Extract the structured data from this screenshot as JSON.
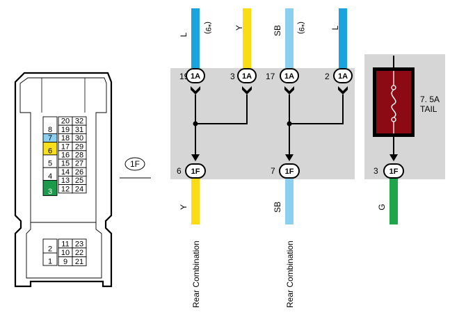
{
  "connector_face": {
    "id_label": "1F",
    "left_column": [
      "8",
      "7",
      "6",
      "5",
      "4",
      "3",
      "2",
      "1"
    ],
    "grid_rows": [
      [
        "20",
        "32"
      ],
      [
        "19",
        "31"
      ],
      [
        "18",
        "30"
      ],
      [
        "17",
        "29"
      ],
      [
        "16",
        "28"
      ],
      [
        "15",
        "27"
      ],
      [
        "14",
        "26"
      ],
      [
        "13",
        "25"
      ],
      [
        "12",
        "24"
      ]
    ],
    "bottom_rows": [
      [
        "11",
        "23"
      ],
      [
        "10",
        "22"
      ],
      [
        "9",
        "21"
      ]
    ],
    "highlight_colors": {
      "7": "#8ccfef",
      "6": "#f9e01a",
      "3": "#1a9a4a"
    }
  },
  "colors": {
    "L": "#1aa3dc",
    "Y": "#f9dc14",
    "SB": "#8ccfef",
    "G": "#1fa64a",
    "fuse_body": "#8b0a14",
    "panel": "#d6d6d6"
  },
  "wires": {
    "w1": {
      "color_code": "L",
      "note": "(*9)",
      "pin": "19",
      "conn": "1A"
    },
    "w2": {
      "color_code": "Y",
      "note": "",
      "pin": "3",
      "conn": "1A"
    },
    "w3": {
      "color_code": "SB",
      "note": "(*9)",
      "pin": "17",
      "conn": "1A"
    },
    "w4": {
      "color_code": "L",
      "note": "",
      "pin": "2",
      "conn": "1A"
    },
    "o1": {
      "color_code": "Y",
      "pin": "6",
      "conn": "1F",
      "dest": "Rear Combination"
    },
    "o2": {
      "color_code": "SB",
      "pin": "7",
      "conn": "1F",
      "dest": "Rear Combination"
    },
    "o3": {
      "color_code": "G",
      "pin": "3",
      "conn": "1F",
      "dest": ""
    }
  },
  "fuse": {
    "rating": "7. 5A",
    "name": "TAIL"
  }
}
